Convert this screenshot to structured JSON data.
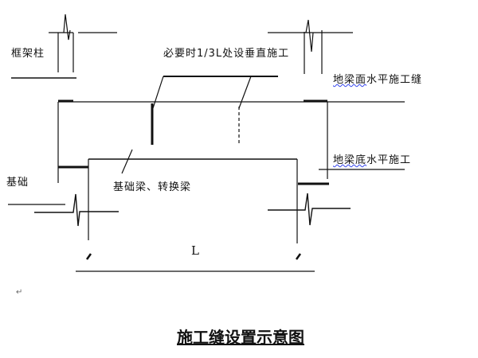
{
  "labels": {
    "frame_column": "框架柱",
    "vertical_joint_note": "必要时1/3L处设垂直施工",
    "beam_top_joint_a": "地梁面",
    "beam_top_joint_b": "水平施工缝",
    "beam_bottom_joint_a": "地梁底",
    "beam_bottom_joint_b": "水平施工",
    "foundation": "基础",
    "foundation_beam": "基础梁、转换梁",
    "span": "L",
    "para_mark": "↵"
  },
  "title": "施工缝设置示意图"
}
